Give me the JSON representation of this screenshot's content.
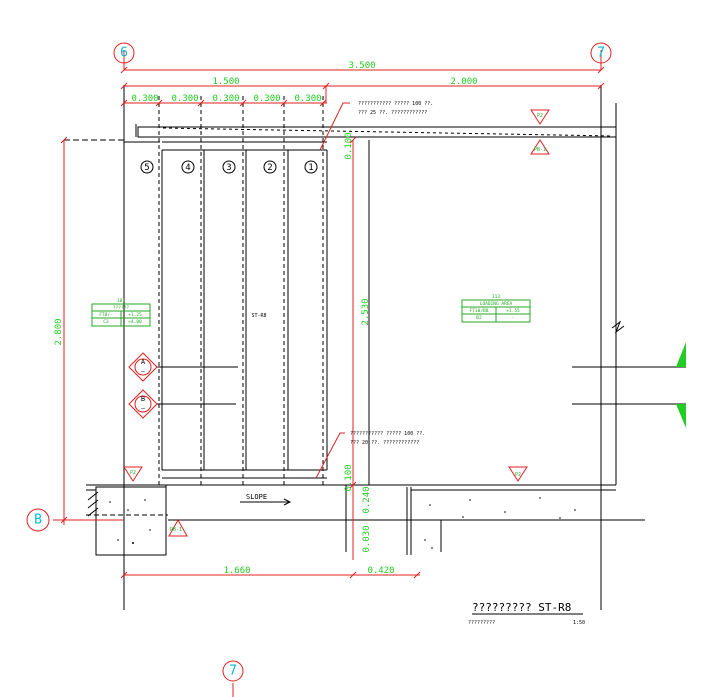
{
  "grid": {
    "col_left": "6",
    "col_right": "7",
    "row": "B",
    "col_bottom": "7"
  },
  "dims": {
    "top_total": "3.500",
    "top_left": "1.500",
    "top_right": "2.000",
    "strips": [
      "0.300",
      "0.300",
      "0.300",
      "0.300",
      "0.300"
    ],
    "left_height": "2.800",
    "mid_height": "2.530",
    "top_small": "0.100",
    "bot_small": "0.100",
    "bot_240": "0.240",
    "bot_030": "0.030",
    "bottom_1660": "1.660",
    "bottom_0420": "0.420"
  },
  "strip_numbers": [
    "5",
    "4",
    "3",
    "2",
    "1"
  ],
  "notes": {
    "top_line1": "??????????? ????? 100 ??.",
    "top_line2": "??? 25 ??. ????????????",
    "bot_line1": "??????????? ????? 100 ??.",
    "bot_line2": "??? 20 ??. ????????????"
  },
  "center_label": "ST-R8",
  "slope": "SLOPE",
  "section_markers": {
    "a": "A",
    "b": "B",
    "dash": "—"
  },
  "tags": {
    "p2": "P2",
    "pb1": "PB-1"
  },
  "slab_left": {
    "id": "101",
    "name": "??????",
    "r1a": "FT8/-",
    "r1b": "+1.25",
    "r2a": "C3",
    "r2b": "+4.00"
  },
  "slab_right": {
    "id": "113",
    "name": "LOADING AREA",
    "r1a": "FT10/B8",
    "r1b": "+1.55",
    "r2a": "B2",
    "r2b": "-"
  },
  "title": {
    "main": "????????? ST-R8",
    "sub": "?????????",
    "scale": "1:50"
  },
  "colors": {
    "dim": "#22cc22",
    "red": "#e02020",
    "grid": "#00bcd4",
    "line": "#000000"
  }
}
